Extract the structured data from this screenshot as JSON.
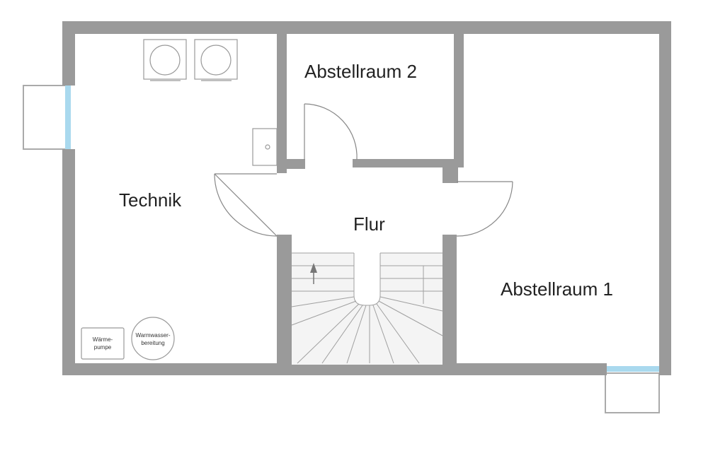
{
  "rooms": {
    "technik": "Technik",
    "flur": "Flur",
    "abstellraum_1": "Abstellraum 1",
    "abstellraum_2": "Abstellraum 2"
  },
  "devices": {
    "waermepumpe_line1": "Wärme-",
    "waermepumpe_line2": "pumpe",
    "warmwasser_line1": "Warmwasser-",
    "warmwasser_line2": "bereitung"
  },
  "colors": {
    "wall": "#9a9a9a",
    "window_glass": "#a9d9ee",
    "fixture_stroke": "#999999",
    "door_stroke": "#888888"
  }
}
